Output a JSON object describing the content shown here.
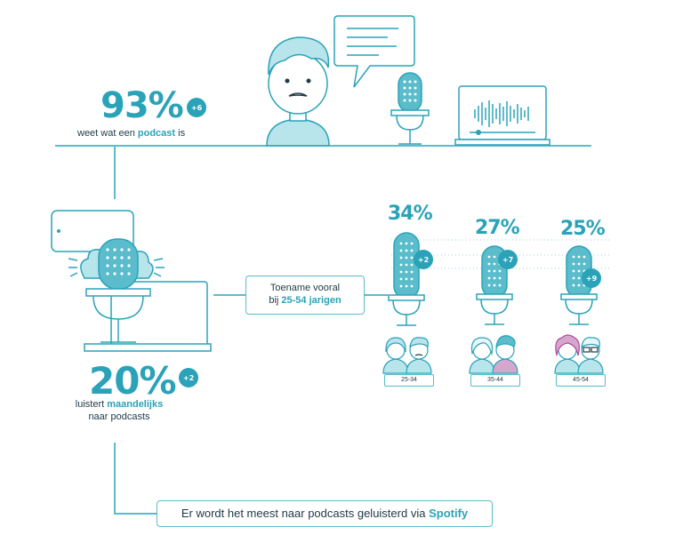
{
  "top": {
    "percent": "93%",
    "badge": "+6",
    "caption_pre": "weet wat een",
    "caption_highlight": "podcast",
    "caption_post": "is"
  },
  "middle": {
    "percent": "20%",
    "badge": "+2",
    "caption_pre": "luistert",
    "caption_highlight": "maandelijks",
    "caption_line2": "naar podcasts"
  },
  "note": {
    "line1": "Toename vooral",
    "line2_pre": "bij",
    "line2_highlight": "25-54 jarigen"
  },
  "age_groups": [
    {
      "percent": "34%",
      "badge": "+2",
      "label": "25-34"
    },
    {
      "percent": "27%",
      "badge": "+7",
      "label": "35-44"
    },
    {
      "percent": "25%",
      "badge": "+9",
      "label": "45-54"
    }
  ],
  "footer": {
    "text_pre": "Er wordt het meest naar podcasts geluisterd via",
    "text_highlight": "Spotify"
  },
  "colors": {
    "accent": "#2aa3b8",
    "line": "#5bbccc",
    "light": "#b8e4ec"
  }
}
